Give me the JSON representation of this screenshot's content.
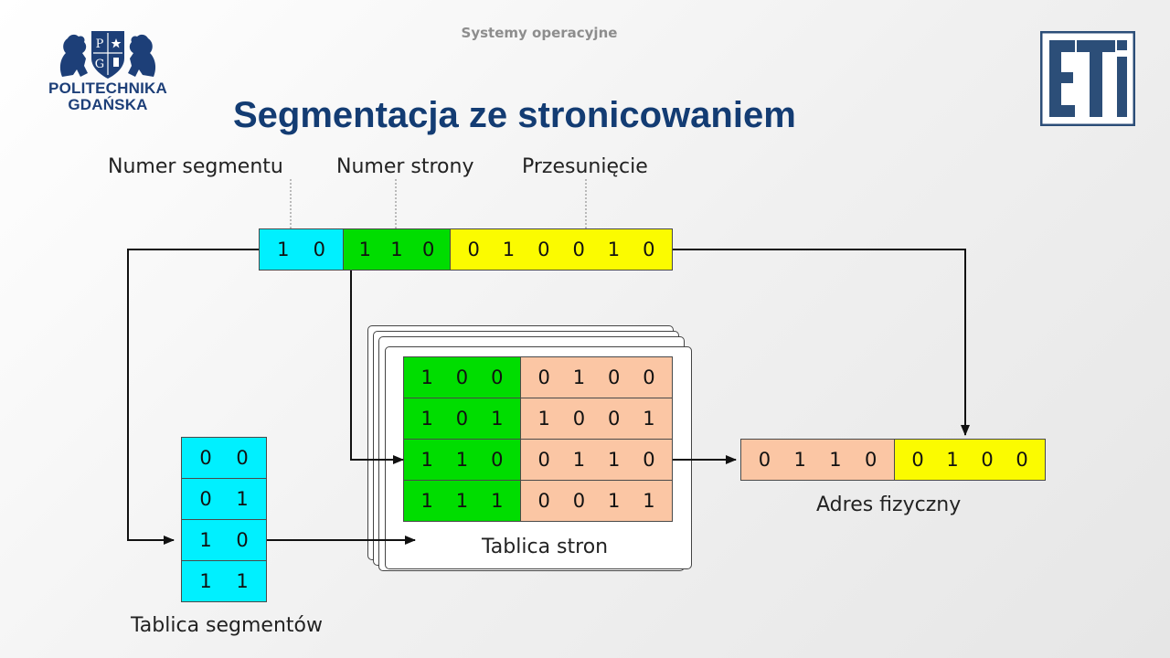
{
  "header": {
    "course": "Systemy operacyjne"
  },
  "logos": {
    "pg": {
      "line1": "POLITECHNIKA",
      "line2": "GDAŃSKA",
      "crest_letters": [
        "P",
        "G"
      ]
    },
    "eti": {
      "text": "ETI"
    }
  },
  "slide": {
    "title": "Segmentacja ze stronicowaniem"
  },
  "address": {
    "labels": {
      "segment": "Numer segmentu",
      "page": "Numer strony",
      "offset": "Przesunięcie"
    },
    "segment_bits": [
      "1",
      "0"
    ],
    "page_bits": [
      "1",
      "1",
      "0"
    ],
    "offset_bits": [
      "0",
      "1",
      "0",
      "0",
      "1",
      "0"
    ]
  },
  "segment_table": {
    "caption": "Tablica segmentów",
    "rows": [
      [
        "0",
        "0"
      ],
      [
        "0",
        "1"
      ],
      [
        "1",
        "0"
      ],
      [
        "1",
        "1"
      ]
    ]
  },
  "page_table": {
    "caption": "Tablica stron",
    "rows": [
      {
        "key": [
          "1",
          "0",
          "0"
        ],
        "frame": [
          "0",
          "1",
          "0",
          "0"
        ]
      },
      {
        "key": [
          "1",
          "0",
          "1"
        ],
        "frame": [
          "1",
          "0",
          "0",
          "1"
        ]
      },
      {
        "key": [
          "1",
          "1",
          "0"
        ],
        "frame": [
          "0",
          "1",
          "1",
          "0"
        ]
      },
      {
        "key": [
          "1",
          "1",
          "1"
        ],
        "frame": [
          "0",
          "0",
          "1",
          "1"
        ]
      }
    ]
  },
  "physical_address": {
    "caption": "Adres fizyczny",
    "frame_bits": [
      "0",
      "1",
      "1",
      "0"
    ],
    "offset_bits": [
      "0",
      "1",
      "0",
      "0"
    ]
  },
  "colors": {
    "cyan": "#00f0ff",
    "green": "#00dd00",
    "yellow": "#fbfb00",
    "salmon": "#fbc6a4",
    "title": "#133c73",
    "logo_blue": "#1d3f78"
  }
}
